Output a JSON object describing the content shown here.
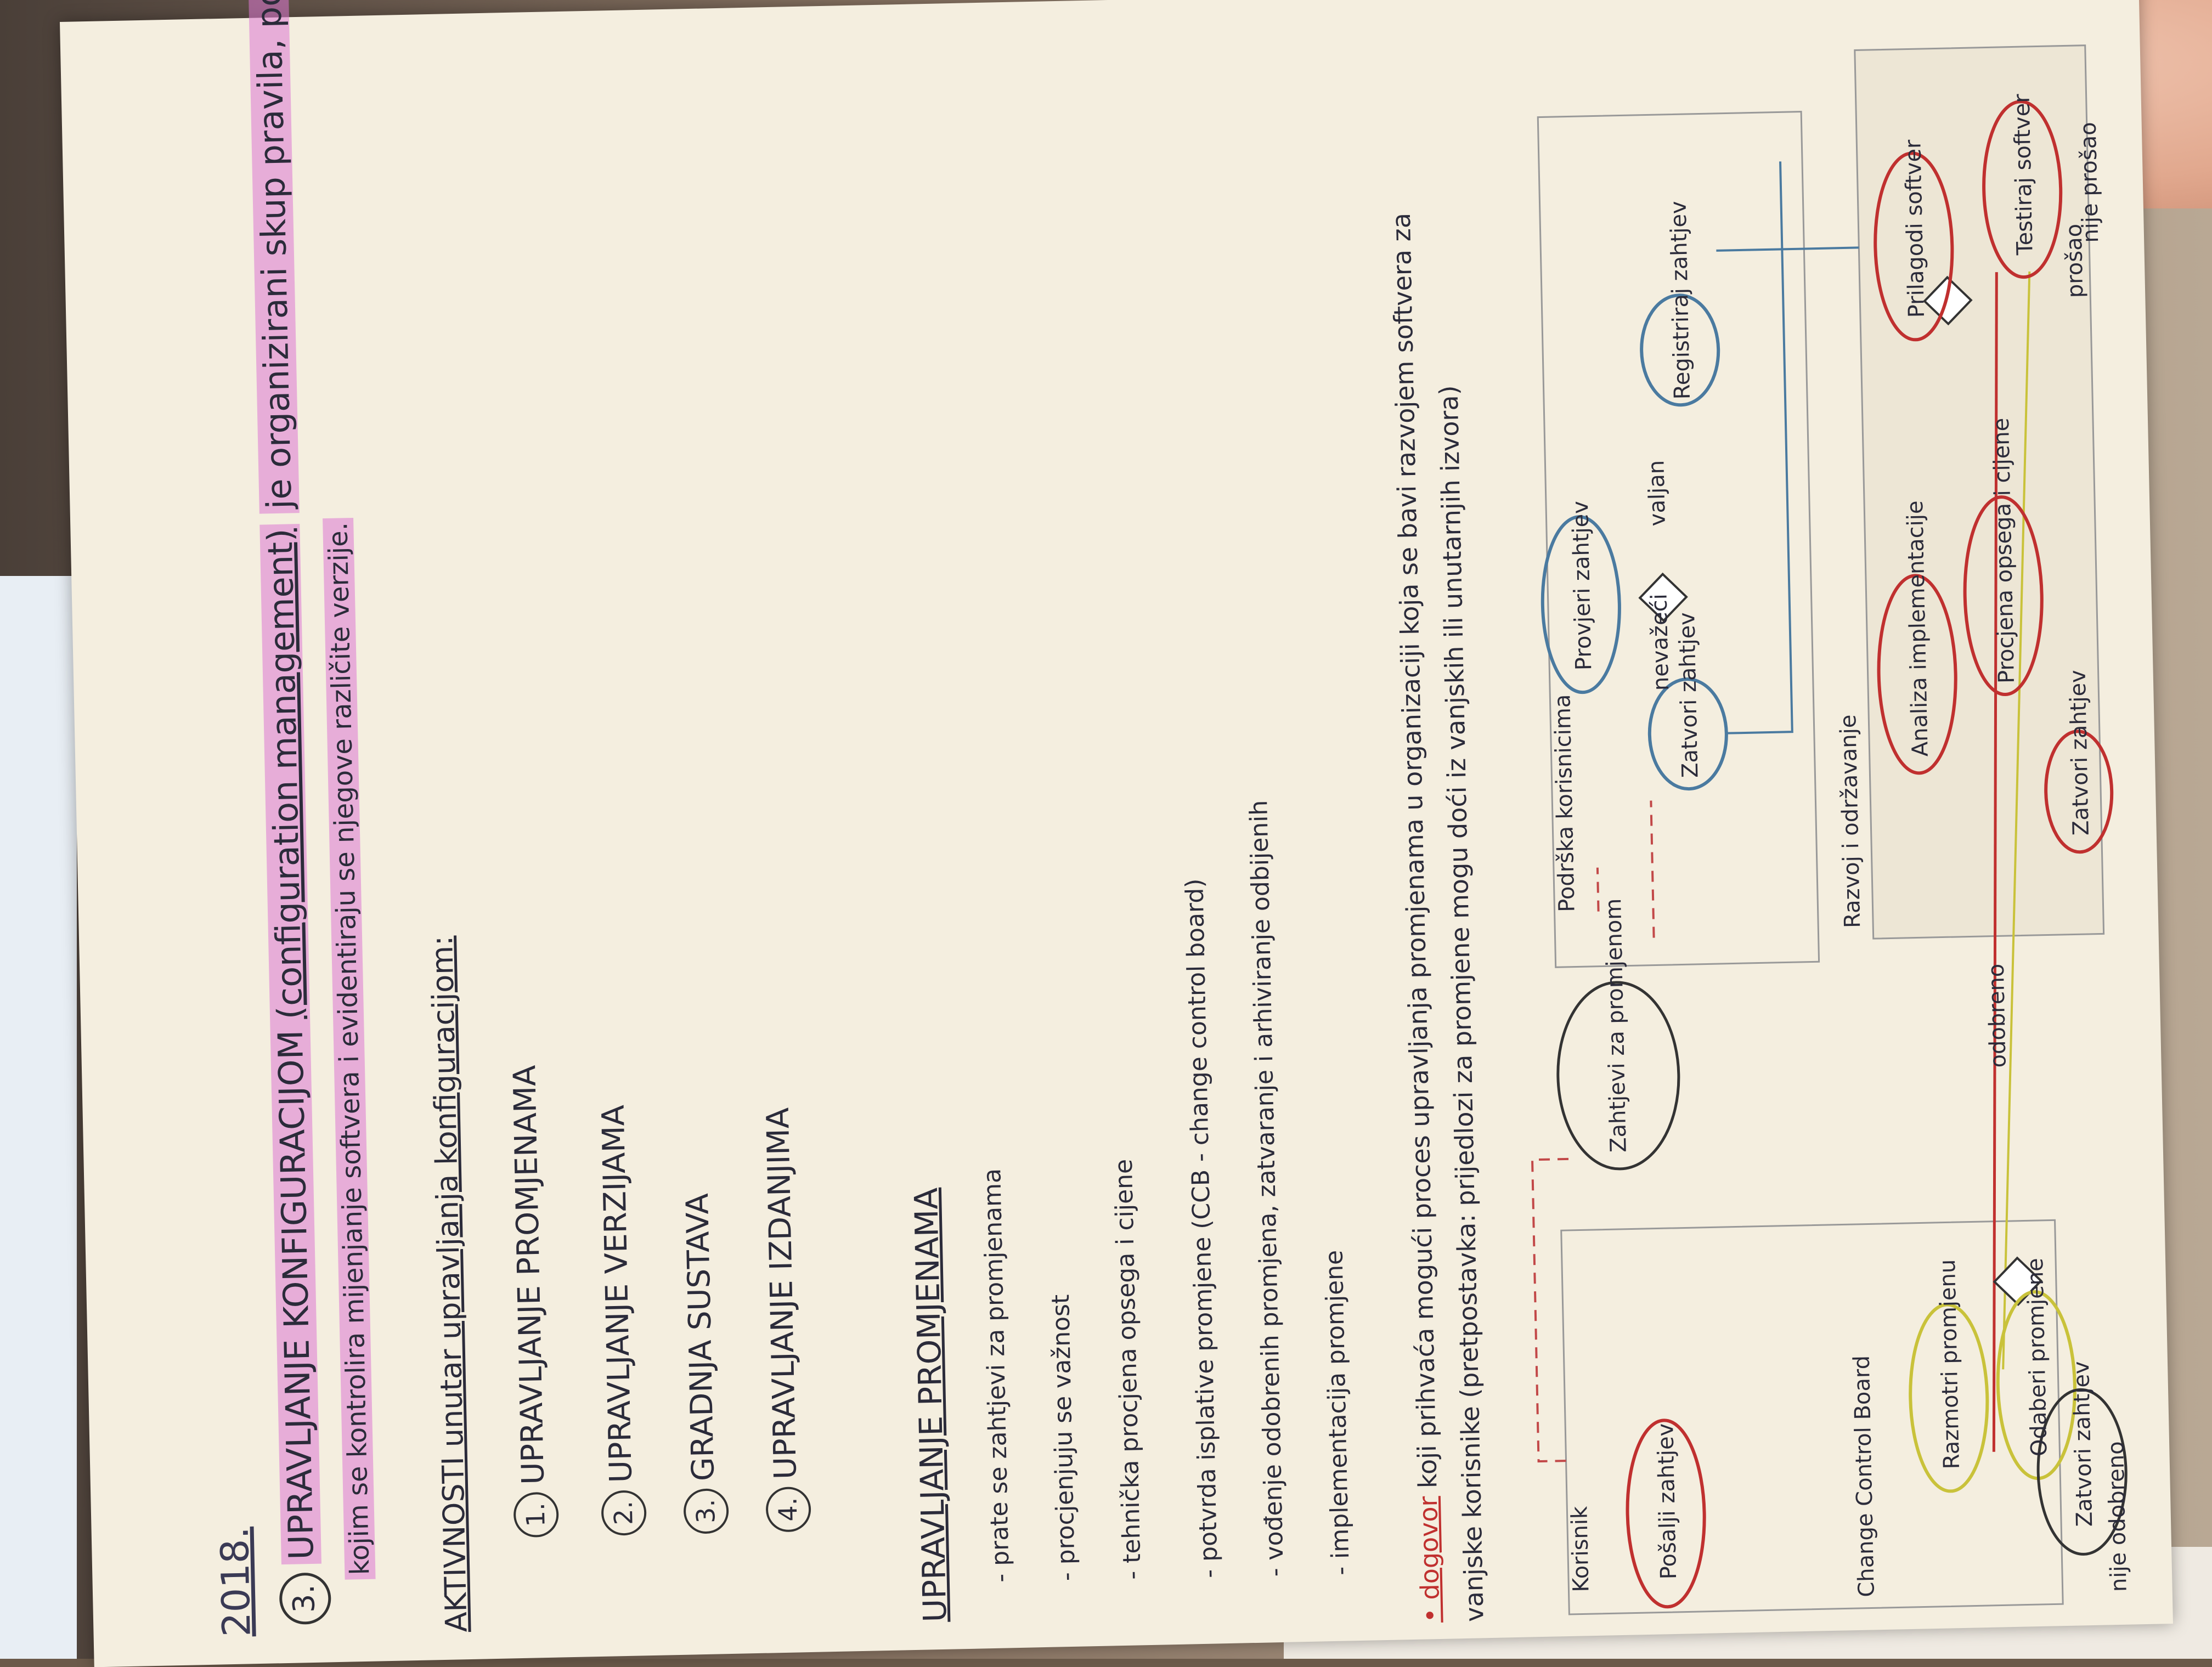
{
  "page": {
    "year": "2018.",
    "section_number": "3.",
    "title": "UPRAVLJANJE KONFIGURACIJOM",
    "title_en": "(configuration management)",
    "title_rest": "je organizirani skup pravila, postupaka i alata",
    "definition": "kojim se kontrolira mijenjanje softvera i evidentiraju se njegove različite verzije.",
    "activities_heading": "AKTIVNOSTI unutar upravljanja konfiguracijom:",
    "activities": [
      {
        "num": "1.",
        "label": "UPRAVLJANJE PROMJENAMA"
      },
      {
        "num": "2.",
        "label": "UPRAVLJANJE VERZIJAMA"
      },
      {
        "num": "3.",
        "label": "GRADNJA SUSTAVA"
      },
      {
        "num": "4.",
        "label": "UPRAVLJANJE IZDANJIMA"
      }
    ],
    "change_heading": "UPRAVLJANJE PROMJENAMA",
    "change_bullets": [
      "- prate se zahtjevi za promjenama",
      "- procjenjuju se važnost",
      "- tehnička procjena opsega i cijene",
      "- potvrda isplative promjene (CCB - change control board)",
      "- vođenje odobrenih promjena, zatvaranje i arhiviranje odbijenih",
      "- implementacija promjene"
    ],
    "note_keyword": "• dogovor",
    "note_line1": "koji prihvaća mogući proces upravljanja promjenama u organizaciji koja se bavi razvojem softvera za",
    "note_line2": "vanjske korisnike (pretpostavka: prijedlozi za promjene mogu doći iz vanjskih ili unutarnjih izvora)"
  },
  "diagram": {
    "lanes": {
      "korisnik": "Korisnik",
      "ccb": "Change Control Board",
      "podrska": "Podrška korisnicima",
      "razvoj": "Razvoj i održavanje"
    },
    "nodes": {
      "posalji": "Pošalji zahtjev",
      "zahtjev": "Zahtjevi za promjenom",
      "provjeri": "Provjeri zahtjev",
      "zatvori1": "Zatvori zahtjev",
      "registriraj": "Registriraj zahtjev",
      "analiza": "Analiza implementacije",
      "procjena": "Procjena opsega i cijene",
      "prilagodi": "Prilagodi softver",
      "testiraj": "Testiraj softver",
      "zatvori3": "Zatvori zahtjev",
      "razmotri": "Razmotri promjenu",
      "odaberi": "Odaberi promjene",
      "zatvori2": "Zatvori zahtjev"
    },
    "edges": {
      "nevazeci": "nevažeći",
      "valjan": "valjan",
      "odobreno": "odobreno",
      "nije_odobreno": "nije odobreno",
      "prosao": "prošao",
      "nije_prosao": "nije prošao"
    }
  },
  "colors": {
    "highlight": "#dd78d2",
    "paper": "#f4eedf",
    "ink": "#2b2b3a",
    "red_node": "#c0302f",
    "blue_node": "#4a7aa0",
    "yellow_node": "#c9c23a",
    "dashed_red": "#c24848"
  }
}
